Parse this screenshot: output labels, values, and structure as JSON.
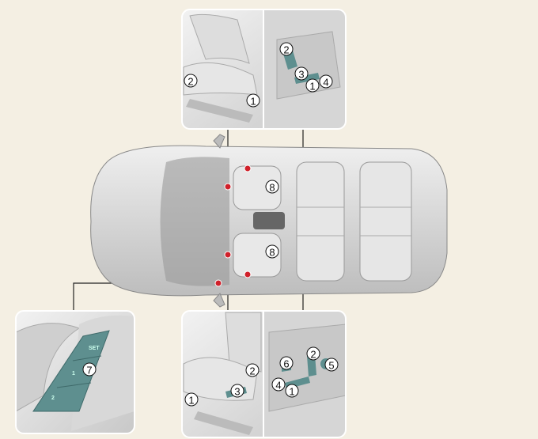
{
  "title": "Seat control locations diagram",
  "colors": {
    "background": "#f4efe3",
    "panel": "#e4e4e4",
    "switch": "#5e8f8f",
    "marker": "#d0202a",
    "line": "#222222"
  },
  "top_panel": {
    "seat_callouts": [
      "2",
      "1"
    ],
    "switch_callouts": [
      "2",
      "3",
      "1",
      "4"
    ]
  },
  "car": {
    "callouts": [
      "8",
      "8"
    ]
  },
  "door_panel": {
    "callout": "7",
    "buttons": [
      "SET",
      "1",
      "2"
    ]
  },
  "bottom_panel": {
    "seat_callouts": [
      "2",
      "3",
      "1"
    ],
    "switch_callouts": [
      "6",
      "2",
      "5",
      "4",
      "1"
    ]
  }
}
